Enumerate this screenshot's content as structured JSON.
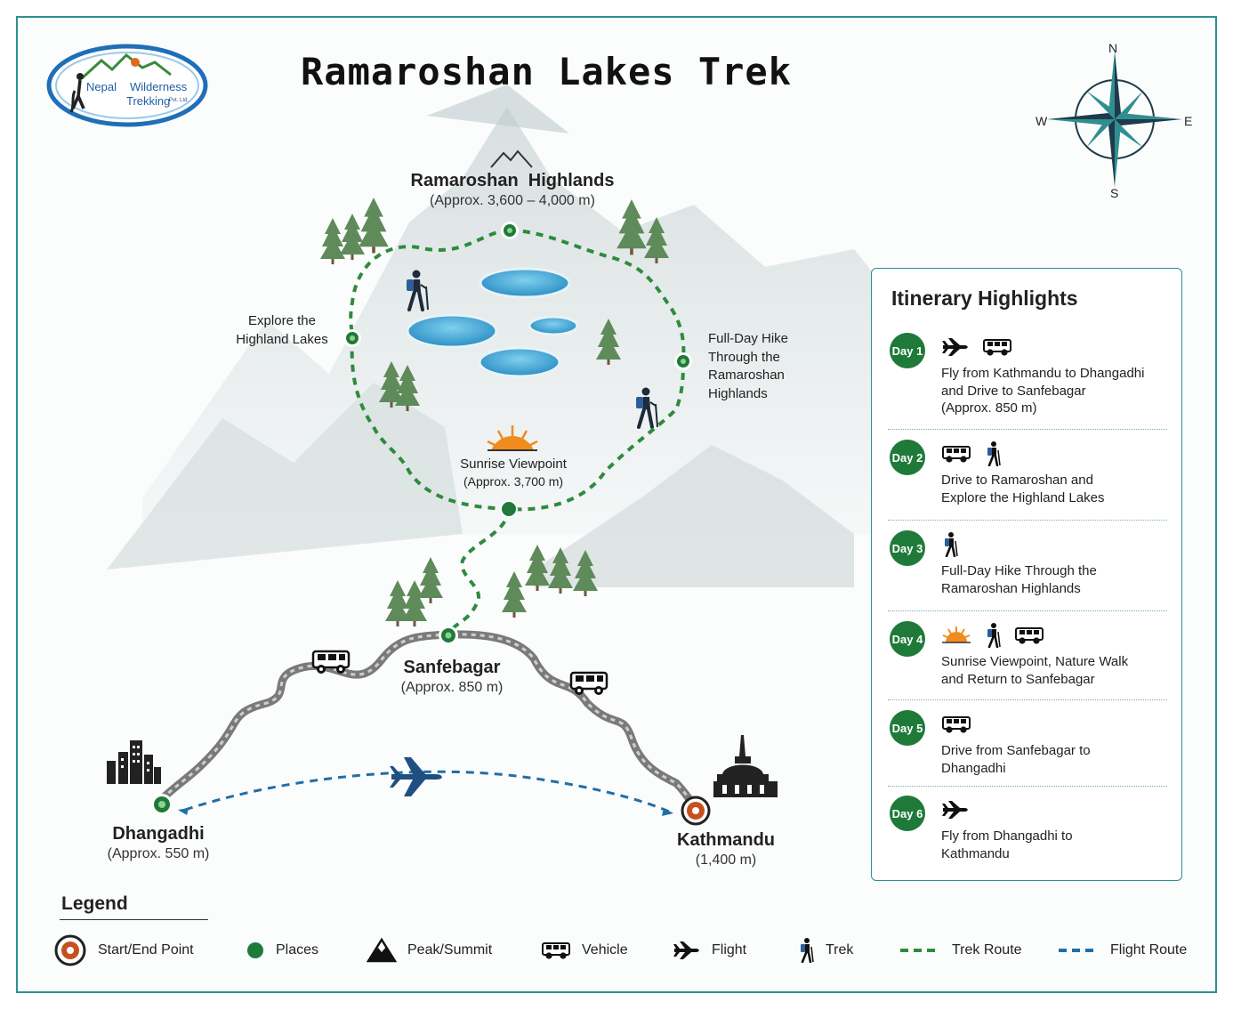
{
  "title": "Ramaroshan Lakes Trek",
  "logo": {
    "line1a": "Nepal",
    "line1b": "Wilderness",
    "line2": "Trekking",
    "suffix": "Pvt. Ltd."
  },
  "compass": {
    "n": "N",
    "s": "S",
    "e": "E",
    "w": "W"
  },
  "places": {
    "highlands": {
      "name": "Ramaroshan  Highlands",
      "alt": "(Approx. 3,600 – 4,000 m)"
    },
    "sunrise": {
      "name": "Sunrise Viewpoint",
      "alt": "(Approx. 3,700 m)"
    },
    "sanfebagar": {
      "name": "Sanfebagar",
      "alt": "(Approx. 850 m)"
    },
    "dhangadhi": {
      "name": "Dhangadhi",
      "alt": "(Approx. 550 m)"
    },
    "kathmandu": {
      "name": "Kathmandu",
      "alt": "(1,400 m)"
    }
  },
  "route_labels": {
    "explore": [
      "Explore the",
      "Highland Lakes"
    ],
    "fullday": [
      "Full-Day Hike",
      "Through the",
      "Ramaroshan",
      "Highlands"
    ]
  },
  "itinerary": {
    "title": "Itinerary Highlights",
    "days": [
      {
        "badge": "Day 1",
        "icons": [
          "plane-icon",
          "jeep-icon"
        ],
        "lines": [
          "Fly from Kathmandu to Dhangadhi",
          "and Drive to Sanfebagar",
          "(Approx. 850 m)"
        ]
      },
      {
        "badge": "Day 2",
        "icons": [
          "jeep-icon",
          "hiker-icon"
        ],
        "lines": [
          "Drive to Ramaroshan and",
          "Explore the Highland Lakes"
        ]
      },
      {
        "badge": "Day 3",
        "icons": [
          "hiker-icon"
        ],
        "lines": [
          "Full-Day Hike Through the",
          "Ramaroshan Highlands"
        ]
      },
      {
        "badge": "Day 4",
        "icons": [
          "sunrise-icon",
          "hiker-icon",
          "jeep-icon"
        ],
        "lines": [
          "Sunrise Viewpoint, Nature Walk",
          "and Return to Sanfebagar"
        ]
      },
      {
        "badge": "Day 5",
        "icons": [
          "jeep-icon"
        ],
        "lines": [
          "Drive from Sanfebagar to",
          "Dhangadhi"
        ]
      },
      {
        "badge": "Day 6",
        "icons": [
          "plane-icon"
        ],
        "lines": [
          "Fly from Dhangadhi to",
          "Kathmandu"
        ]
      }
    ]
  },
  "legend": {
    "title": "Legend",
    "items": [
      {
        "icon": "start-end-icon",
        "label": "Start/End Point"
      },
      {
        "icon": "place-dot-icon",
        "label": "Places"
      },
      {
        "icon": "peak-icon",
        "label": "Peak/Summit"
      },
      {
        "icon": "jeep-icon",
        "label": "Vehicle"
      },
      {
        "icon": "plane-icon",
        "label": "Flight"
      },
      {
        "icon": "hiker-icon",
        "label": "Trek"
      },
      {
        "icon": "trek-route-icon",
        "label": "Trek Route"
      },
      {
        "icon": "flight-route-icon",
        "label": "Flight Route"
      }
    ]
  },
  "colors": {
    "frame": "#2f8f8f",
    "trek_route": "#2e8b3e",
    "flight_route": "#1f6fa8",
    "place_dot": "#1f7a3a",
    "start_end": "#c8501e",
    "road": "#8a8a8a",
    "lake": "#3a9fd0"
  }
}
